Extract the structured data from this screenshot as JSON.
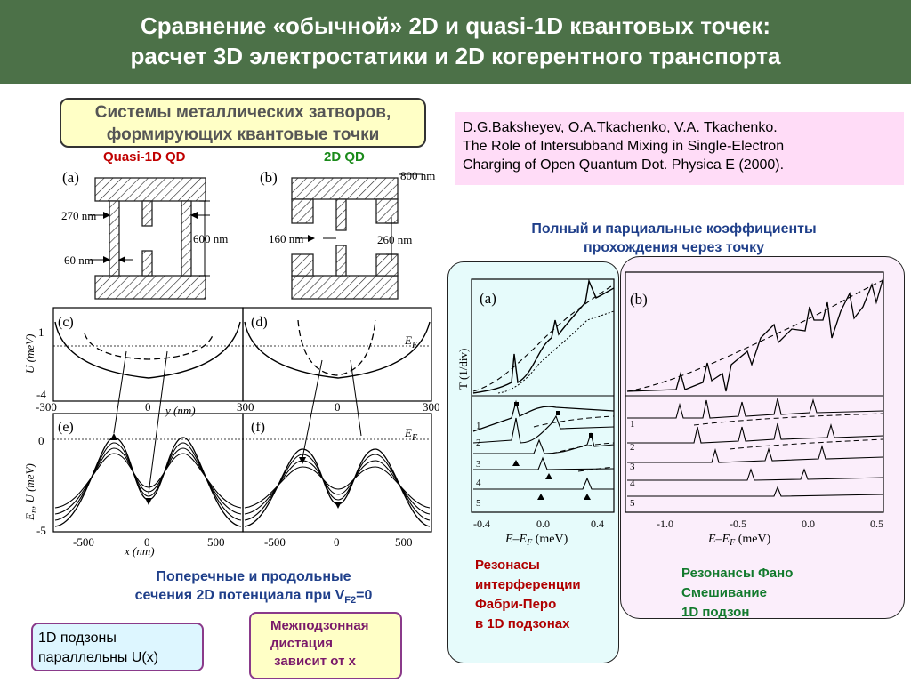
{
  "header": {
    "line1": "Сравнение «обычной» 2D и quasi-1D квантовых точек:",
    "line2": "расчет 3D электростатики и 2D когерентного транспорта"
  },
  "gate_box": {
    "line1": "Системы металлических затворов,",
    "line2": "формирующих квантовые точки"
  },
  "labels": {
    "quasi": "Quasi-1D QD",
    "twod": "2D QD"
  },
  "reference": {
    "line1": "D.G.Baksheyev, O.A.Tkachenko, V.A. Tkachenko.",
    "line2": "The Role of Intersubband Mixing in Single-Electron",
    "line3": "Charging of Open Quantum Dot. Physica E (2000)."
  },
  "transmission_title": {
    "line1": "Полный и парциальные коэффициенты",
    "line2": "прохождения через точку"
  },
  "gates_fig": {
    "a": "(a)",
    "b": "(b)",
    "d270": "270 nm",
    "d60": "60 nm",
    "d600": "600 nm",
    "d800": "800 nm",
    "d160": "160 nm",
    "d260": "260 nm"
  },
  "potential_fig": {
    "c": "(c)",
    "d": "(d)",
    "e": "(e)",
    "f": "(f)",
    "ef": "E",
    "ef_sub": "F",
    "u_axis": "U (meV)",
    "u_ticks": [
      "1",
      "-4"
    ],
    "y_ticks": [
      "-300",
      "0",
      "300",
      "0",
      "300"
    ],
    "y_axis": "y (nm)",
    "en_axis": "E",
    "en_sub": "n",
    "en_rest": ", U (meV)",
    "en_ticks": [
      "0",
      "-5"
    ],
    "x_ticks": [
      "-500",
      "0",
      "500",
      "-500",
      "0",
      "500"
    ],
    "x_axis": "x (nm)"
  },
  "transmission_fig": {
    "a": "(a)",
    "b": "(b)",
    "t_axis": "T (1/div)",
    "channels": [
      "1",
      "2",
      "3",
      "4",
      "5"
    ],
    "a_ticks": [
      "-0.4",
      "0.0",
      "0.4"
    ],
    "b_ticks": [
      "-1.0",
      "-0.5",
      "0.0",
      "0.5"
    ],
    "e_axis": "E–E",
    "e_sub": "F",
    "e_unit": " (meV)"
  },
  "resonances_a": {
    "line1": "Резонасы",
    "line2": "интерференции",
    "line3": "Фабри-Перо",
    "line4": "в 1D подзонах"
  },
  "resonances_b": {
    "line1": "Резонансы Фано",
    "line2": "Смешивание",
    "line3": "1D подзон"
  },
  "sections": {
    "line1": "Поперечные и продольные",
    "line2_pre": "сечения 2D потенциала при V",
    "line2_sub": "F2",
    "line2_post": "=0"
  },
  "box_1d": {
    "line1": "1D подзоны",
    "line2": "параллельны U(x)"
  },
  "box_inter": {
    "line1": "Межподзонная",
    "line2": "дистация",
    "line3": " зависит от x"
  }
}
